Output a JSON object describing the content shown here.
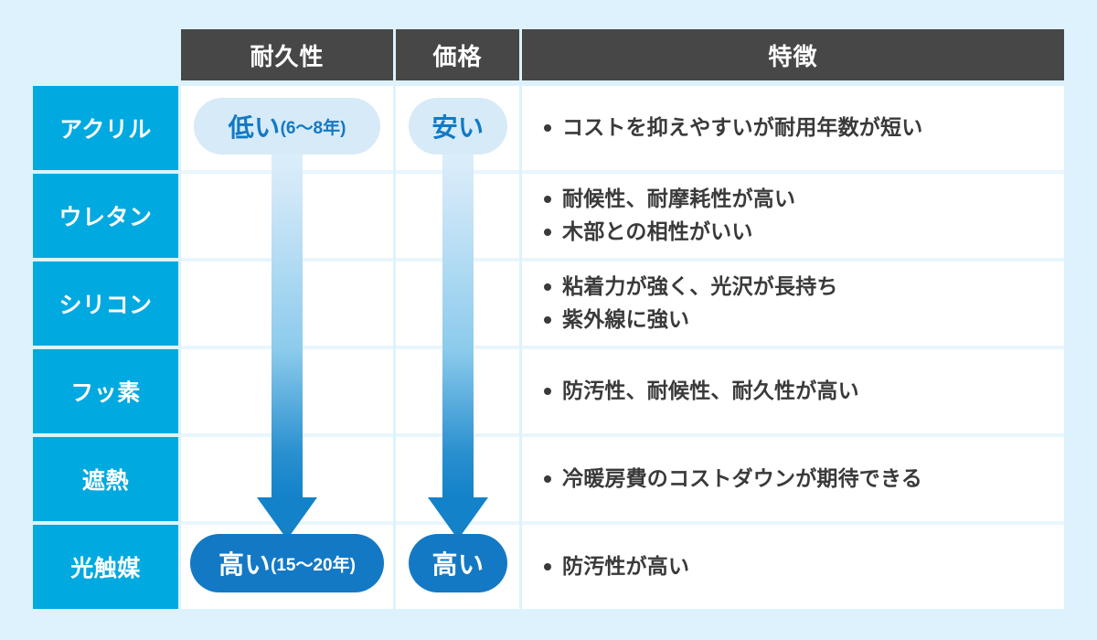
{
  "background_color": "#ddf2fc",
  "palette": {
    "header_bg": "#474747",
    "row_label_bg": "#00a9e0",
    "cell_bg": "#ffffff",
    "pill_light_bg": "#d6eaf8",
    "pill_light_text": "#1279c4",
    "pill_dark_bg": "#1479c4",
    "pill_dark_text": "#ffffff",
    "arrow_color": "#1382c9",
    "text_color": "#3a3a3a"
  },
  "table": {
    "headers": {
      "corner": "",
      "durability": "耐久性",
      "price": "価格",
      "features": "特徴"
    },
    "rows": [
      {
        "label": "アクリル",
        "durability_pill": {
          "main": "低い",
          "sub": "(6〜8年)",
          "style": "light"
        },
        "price_pill": {
          "main": "安い",
          "sub": "",
          "style": "light"
        },
        "features": [
          "コストを抑えやすいが耐用年数が短い"
        ]
      },
      {
        "label": "ウレタン",
        "durability_pill": null,
        "price_pill": null,
        "features": [
          "耐候性、耐摩耗性が高い",
          "木部との相性がいい"
        ]
      },
      {
        "label": "シリコン",
        "durability_pill": null,
        "price_pill": null,
        "features": [
          "粘着力が強く、光沢が長持ち",
          "紫外線に強い"
        ]
      },
      {
        "label": "フッ素",
        "durability_pill": null,
        "price_pill": null,
        "features": [
          "防汚性、耐候性、耐久性が高い"
        ]
      },
      {
        "label": "遮熱",
        "durability_pill": null,
        "price_pill": null,
        "features": [
          "冷暖房費のコストダウンが期待できる"
        ]
      },
      {
        "label": "光触媒",
        "durability_pill": {
          "main": "高い",
          "sub": "(15〜20年)",
          "style": "dark"
        },
        "price_pill": {
          "main": "高い",
          "sub": "",
          "style": "dark"
        },
        "features": [
          "防汚性が高い"
        ]
      }
    ]
  },
  "arrows": [
    {
      "name": "durability-arrow",
      "direction": "down",
      "from": "低い(6〜8年)",
      "to": "高い(15〜20年)"
    },
    {
      "name": "price-arrow",
      "direction": "down",
      "from": "安い",
      "to": "高い"
    }
  ]
}
